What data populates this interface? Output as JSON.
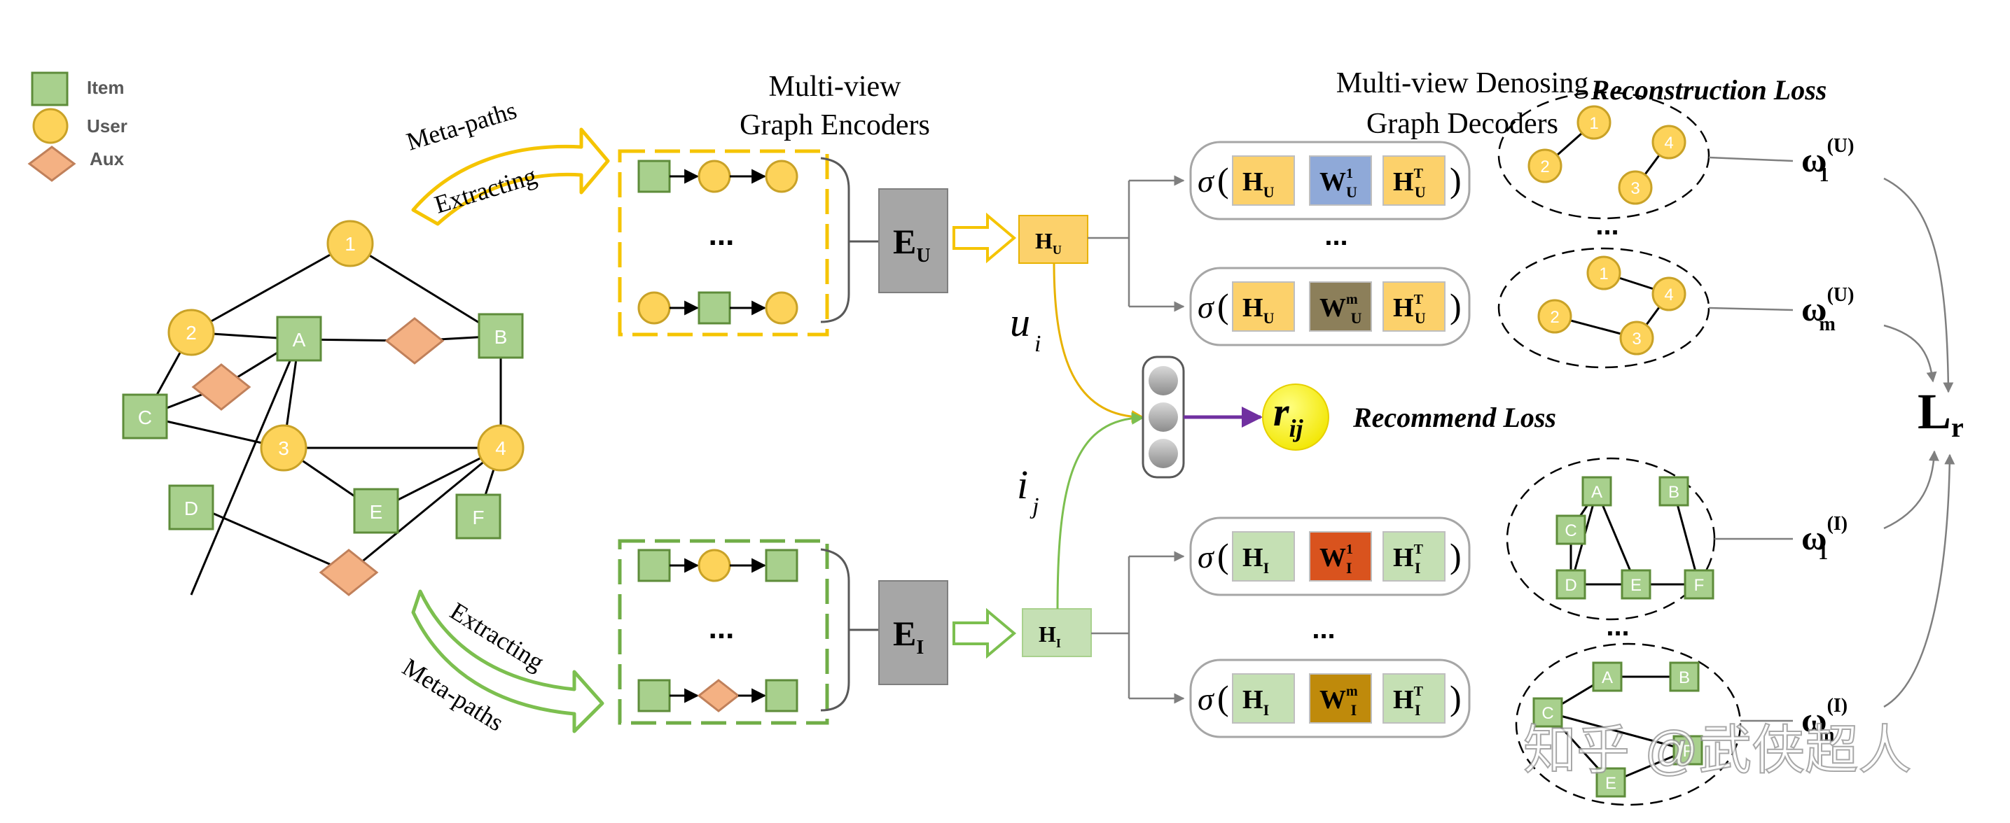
{
  "legend": {
    "item": "Item",
    "user": "User",
    "aux": "Aux"
  },
  "graph": {
    "user_nodes": [
      "1",
      "2",
      "3",
      "4"
    ],
    "item_nodes": [
      "A",
      "B",
      "C",
      "D",
      "E",
      "F"
    ]
  },
  "arrows": {
    "top_line1": "Meta-paths",
    "top_line2": "Extracting",
    "bottom_line1": "Extracting",
    "bottom_line2": "Meta-paths"
  },
  "encoders": {
    "title_line1": "Multi-view",
    "title_line2": "Graph Encoders",
    "ellipsis": "...",
    "eu": "E",
    "eu_sub": "U",
    "ei": "E",
    "ei_sub": "I"
  },
  "embeddings": {
    "hu": "H",
    "hu_sub": "U",
    "hi": "H",
    "hi_sub": "I",
    "ui": "u",
    "ui_sub": "i",
    "ij": "i",
    "ij_sub": "j"
  },
  "decoders": {
    "title_line1": "Multi-view Denosing",
    "title_line2": "Graph Decoders",
    "sigma": "σ",
    "ellipsis": "...",
    "rows": [
      {
        "sub": "U",
        "w_sup": "1",
        "color": "#8fa9d8"
      },
      {
        "sub": "U",
        "w_sup": "m",
        "color": "#8c7f5a"
      },
      {
        "sub": "I",
        "w_sup": "1",
        "color": "#d9531e"
      },
      {
        "sub": "I",
        "w_sup": "m",
        "color": "#bf8a0b"
      }
    ],
    "h": "H",
    "w": "W",
    "t": "T"
  },
  "recommend": {
    "r": "r",
    "r_sub": "ij",
    "label": "Recommend Loss"
  },
  "reconstruction": {
    "label": "Reconstruction Loss",
    "omega": "ω",
    "omega_u1_sub": "1",
    "omega_u1_sup": "(U)",
    "omega_um_sub": "m",
    "omega_um_sup": "(U)",
    "omega_i1_sub": "1",
    "omega_i1_sup": "(I)",
    "omega_im_sub": "m",
    "omega_im_sup": "(I)",
    "lr": "L",
    "lr_sub": "r",
    "ellipsis": "...",
    "user_graph1": [
      "1",
      "2",
      "3",
      "4"
    ],
    "user_graph2": [
      "1",
      "2",
      "3",
      "4"
    ],
    "item_graph1": [
      "A",
      "B",
      "C",
      "D",
      "E",
      "F"
    ],
    "item_graph2": [
      "A",
      "B",
      "C",
      "E",
      "F"
    ]
  },
  "watermark": "知乎 @武侠超人",
  "colors": {
    "user": "#fdd35a",
    "user_stroke": "#c9a227",
    "item": "#a8d08d",
    "item_stroke": "#5e8c3a",
    "aux": "#f4b183",
    "aux_stroke": "#c0805a",
    "hu_fill": "#fcd16b",
    "hi_fill": "#c5e0b4",
    "purple": "#7030a0",
    "gray": "#a6a6a6"
  }
}
